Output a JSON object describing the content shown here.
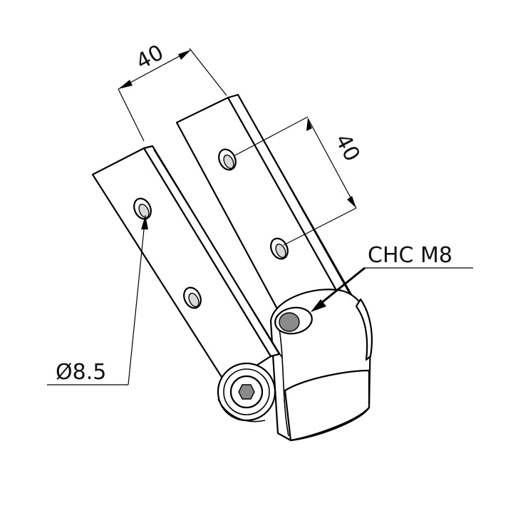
{
  "drawing": {
    "dimensions": {
      "plate_spacing": "40",
      "hole_spacing": "40"
    },
    "callouts": {
      "hole_diameter": "Ø8.5",
      "screw": "CHC M8"
    }
  }
}
